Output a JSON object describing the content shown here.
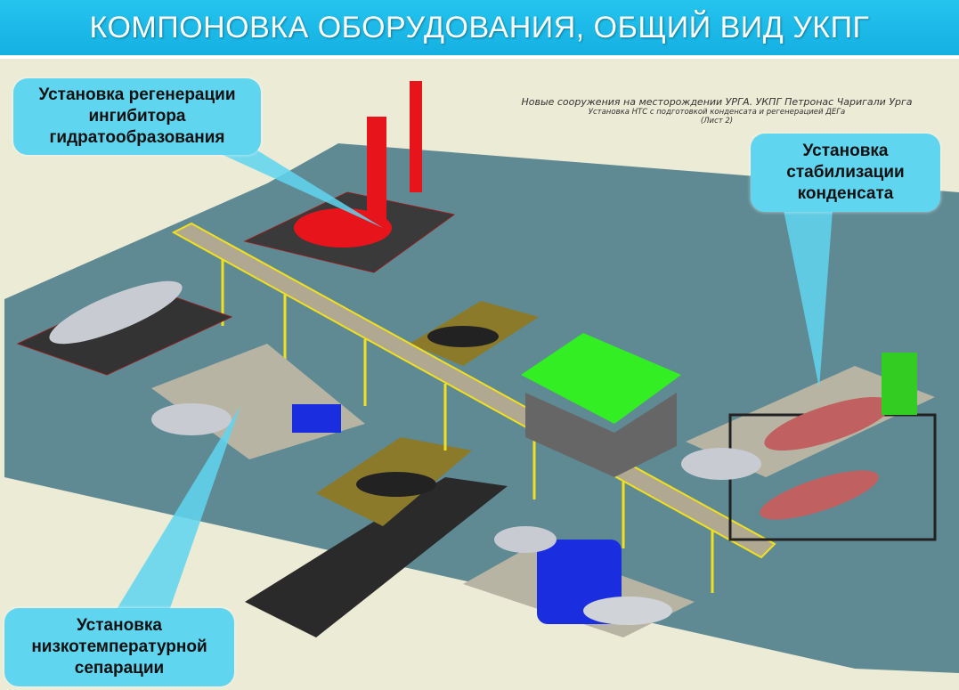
{
  "title": "КОМПОНОВКА ОБОРУДОВАНИЯ, ОБЩИЙ ВИД УКПГ",
  "drawing_caption": {
    "line1": "Новые сооружения на месторождении УРГА. УКПГ Петронас Чаригали Урга",
    "line2": "Установка НТС с подготовкой конденсата и регенерацией ДЕГа",
    "line3": "(Лист 2)"
  },
  "callouts": {
    "regeneration": [
      "Установка регенерации",
      "ингибитора",
      "гидратообразования"
    ],
    "stabilization": [
      "Установка",
      "стабилизации",
      "конденсата"
    ],
    "separation": [
      "Установка",
      "низкотемпературной",
      "сепарации"
    ]
  },
  "colors": {
    "title_bar": "#1bb8e6",
    "callout": "#5fd5f0",
    "ground": "#5f8a93",
    "pipe_rack": "#f0e020",
    "regeneration_unit": "#e8141b",
    "shelter_roof": "#33ee22",
    "compressor": "#1a2ee0"
  }
}
